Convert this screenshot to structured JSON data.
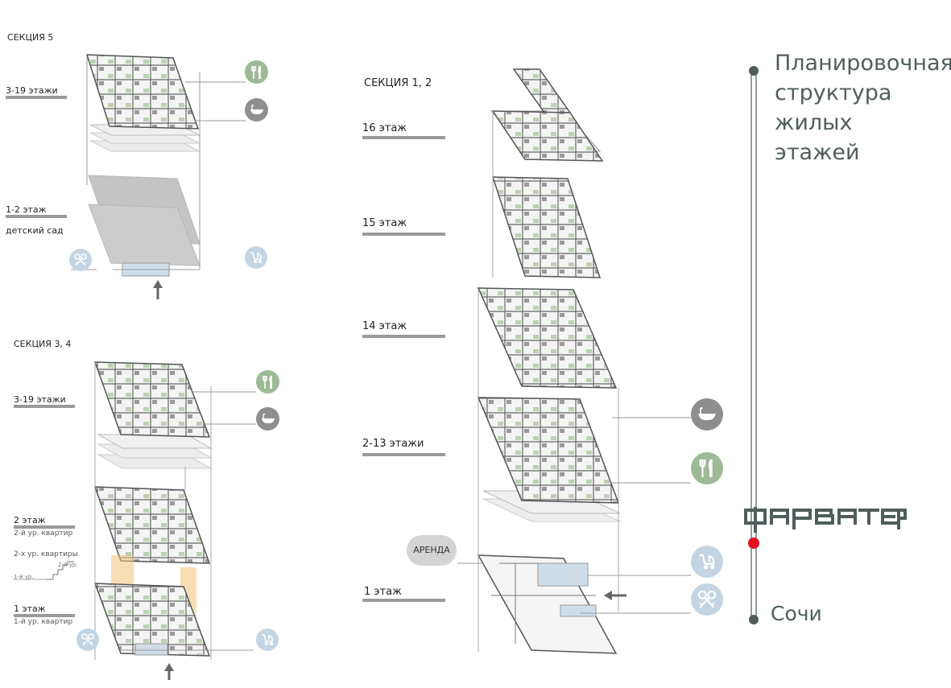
{
  "sections": {
    "s5": {
      "title": "СЕКЦИЯ 5",
      "floors_upper": "3-19 этажи",
      "floors_lower": "1-2 этаж",
      "kindergarten": "детский сад"
    },
    "s34": {
      "title": "СЕКЦИЯ 3, 4",
      "floors_upper": "3-19 этажи",
      "floor2": "2 этаж",
      "floor2_note": "2-й ур. квартир",
      "duplex": "2-х ур. квартиры",
      "stair_top": "2-й ур.",
      "stair_bottom": "1-й ур.",
      "floor1": "1 этаж",
      "floor1_note": "1-й ур. квартир"
    },
    "s12": {
      "title": "СЕКЦИЯ 1, 2",
      "f16": "16 этаж",
      "f15": "15 этаж",
      "f14": "14 этаж",
      "f2_13": "2-13 этажи",
      "f1": "1 этаж",
      "rent": "АРЕНДА"
    }
  },
  "sidebar": {
    "title_lines": [
      "Планировочная",
      "структура",
      "жилых",
      "этажей"
    ],
    "city": "Сочи",
    "logo_text": "ФАРВАТЕР"
  },
  "colors": {
    "green": "#9cba95",
    "gray_icon": "#8e8e8e",
    "blue_icon": "#c3d5e4",
    "accent_red": "#e3101b",
    "title": "#4f5e5c",
    "orange": "#f2c27a"
  },
  "icons": [
    "fork-knife-icon",
    "bathtub-icon",
    "stroller-icon",
    "keys-icon",
    "arrow-icon"
  ]
}
